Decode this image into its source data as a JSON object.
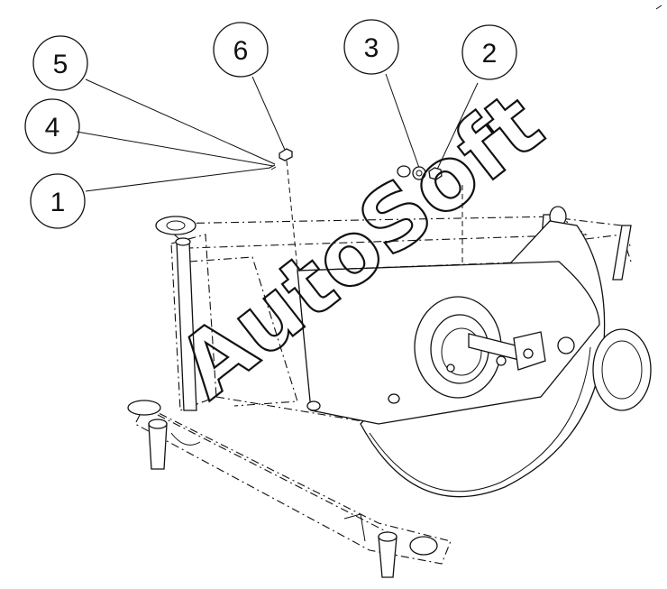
{
  "callouts": [
    {
      "id": "5",
      "label": "5"
    },
    {
      "id": "4",
      "label": "4"
    },
    {
      "id": "1",
      "label": "1"
    },
    {
      "id": "6",
      "label": "6"
    },
    {
      "id": "3",
      "label": "3"
    },
    {
      "id": "2",
      "label": "2"
    }
  ],
  "watermark": "AutoSoft"
}
